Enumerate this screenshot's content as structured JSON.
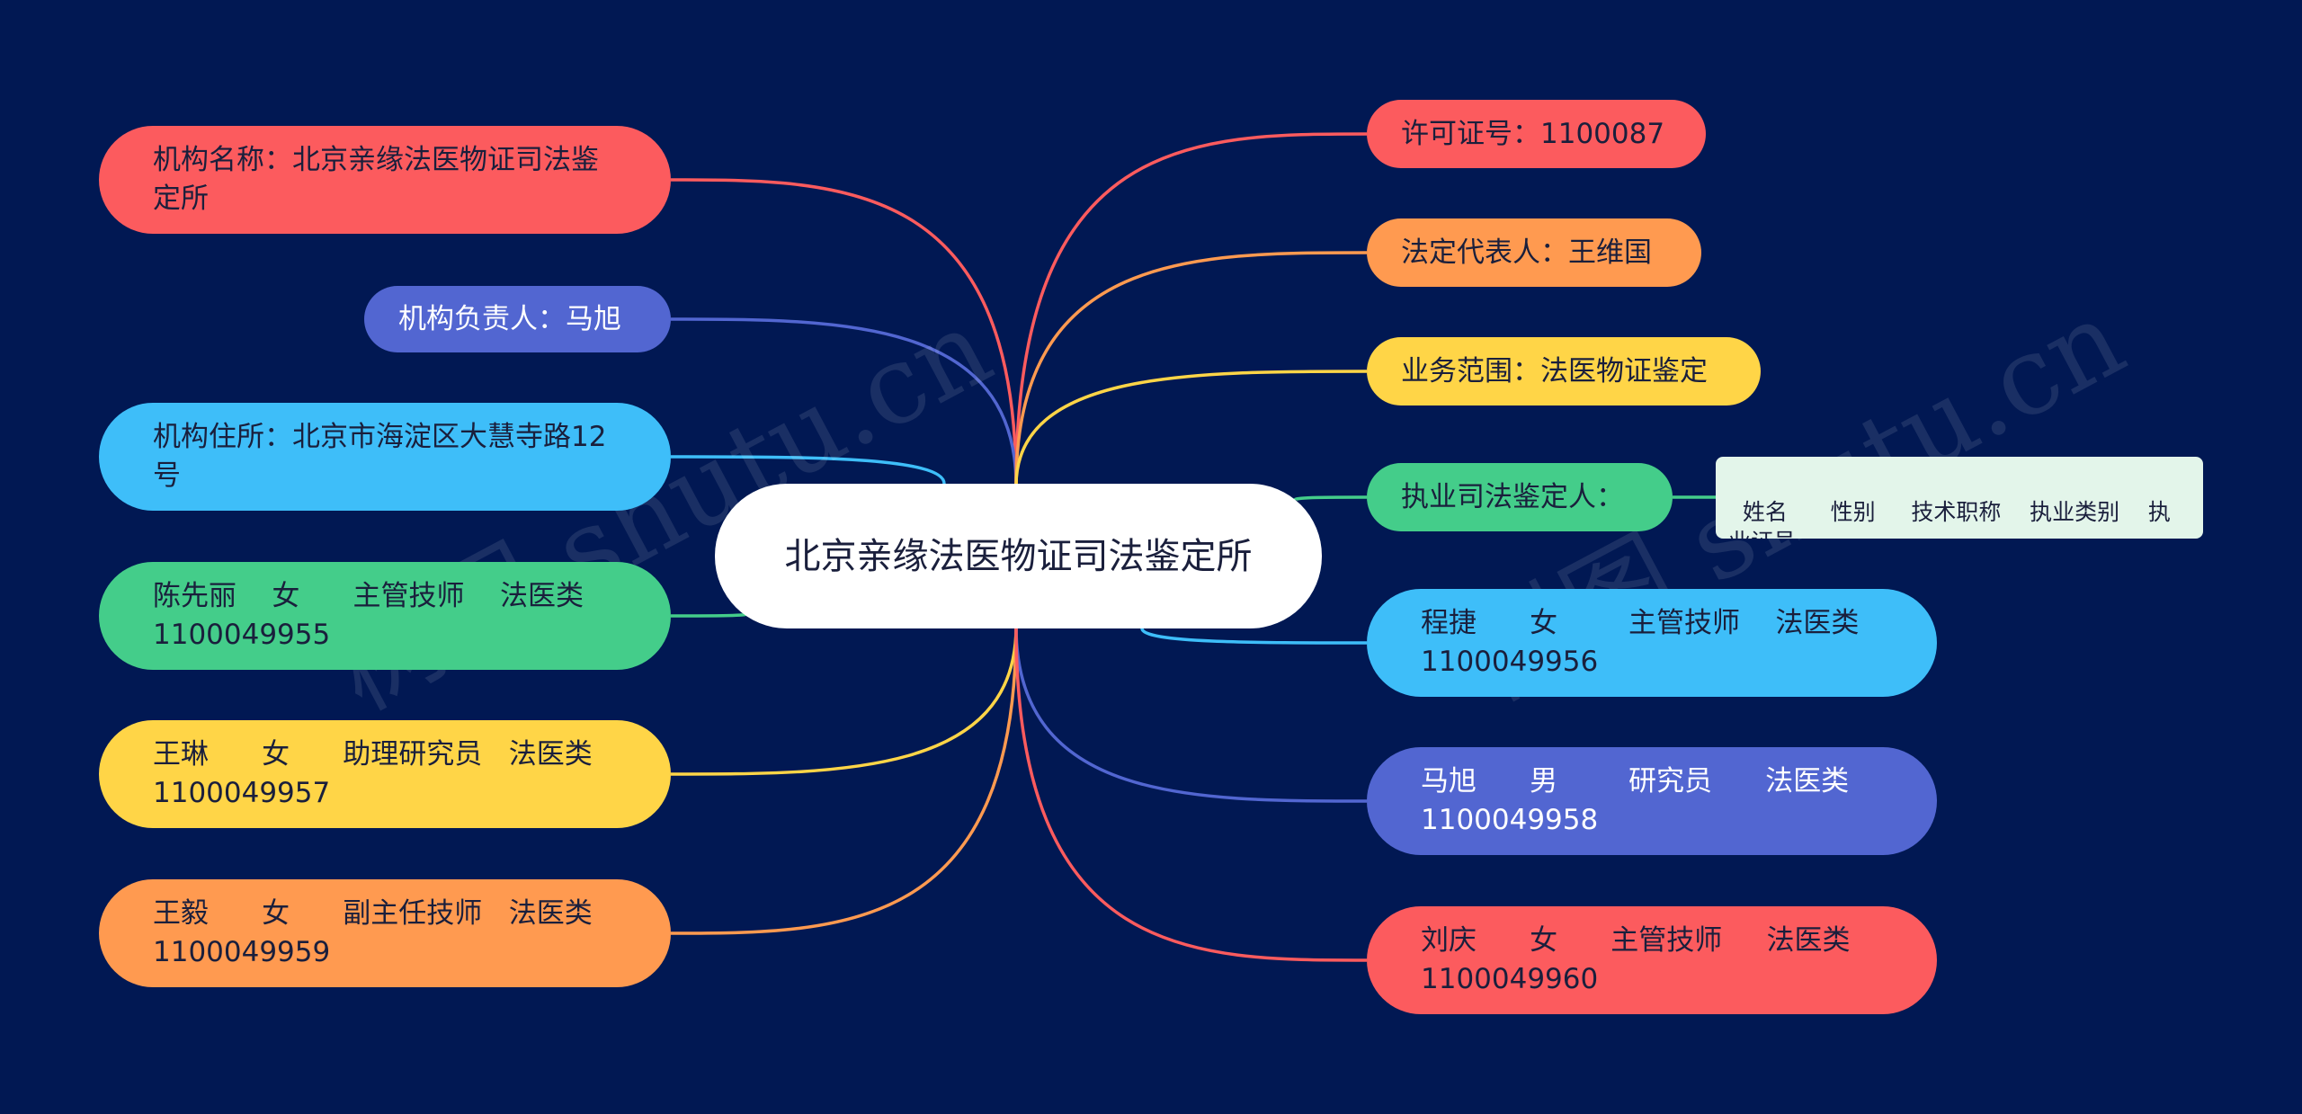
{
  "center": {
    "label": "北京亲缘法医物证司法鉴定所"
  },
  "left_nodes": [
    {
      "label": "机构名称：北京亲缘法医物证司法鉴定所",
      "color": "#fc5b5e"
    },
    {
      "label": "机构负责人：马旭",
      "color": "#5266d1"
    },
    {
      "label": "机构住所：北京市海淀区大慧寺路12号",
      "color": "#3ebef9"
    },
    {
      "label": "陈先丽    女      主管技师    法医类     1100049955",
      "color": "#44cd8a"
    },
    {
      "label": "王琳      女      助理研究员   法医类     1100049957",
      "color": "#ffd547"
    },
    {
      "label": "王毅      女      副主任技师   法医类     1100049959",
      "color": "#ff9a50"
    }
  ],
  "right_nodes": [
    {
      "label": "许可证号：1100087",
      "color": "#fc5b5e"
    },
    {
      "label": "法定代表人：王维国",
      "color": "#ff9a50"
    },
    {
      "label": "业务范围：法医物证鉴定",
      "color": "#ffd547"
    },
    {
      "label": "执业司法鉴定人：",
      "color": "#44cd8a"
    },
    {
      "label": "程捷      女        主管技师    法医类     1100049956",
      "color": "#3ebef9"
    },
    {
      "label": "马旭      男        研究员      法医类       1100049958",
      "color": "#5266d1"
    },
    {
      "label": "刘庆      女      主管技师     法医类     1100049960",
      "color": "#fc5b5e"
    }
  ],
  "note": {
    "label": "姓名      性别     技术职称    执业类别    执业证号"
  },
  "watermark": "树图 shutu.cn",
  "link_colors": {
    "left": [
      "#fc5b5e",
      "#5266d1",
      "#3ebef9",
      "#44cd8a",
      "#ffd547",
      "#ff9a50"
    ],
    "right": [
      "#fc5b5e",
      "#ff9a50",
      "#ffd547",
      "#44cd8a",
      "#3ebef9",
      "#5266d1",
      "#fc5b5e"
    ],
    "note": "#44cd8a"
  }
}
